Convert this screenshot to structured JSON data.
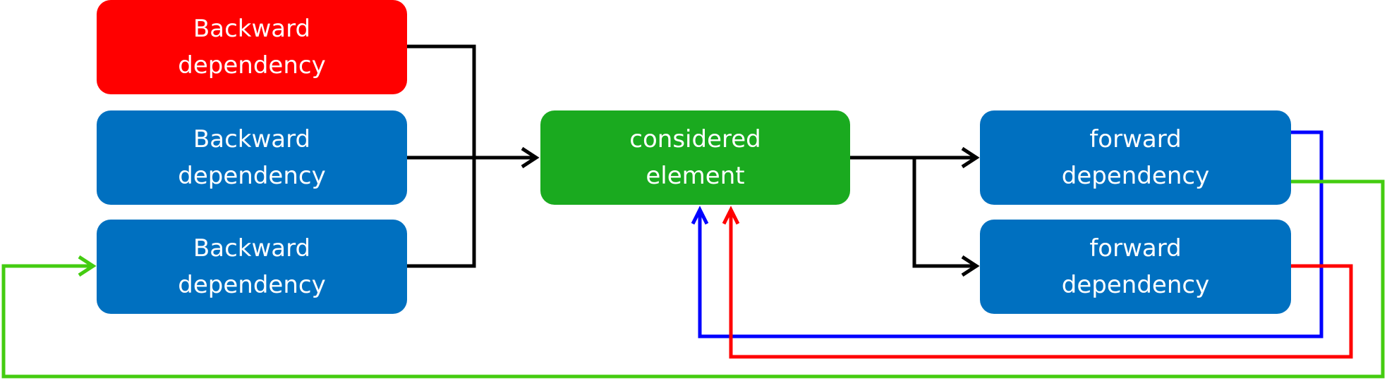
{
  "colors": {
    "backward_selected": "#FF0000",
    "node_default": "#0070C0",
    "considered": "#1AAA1F",
    "edge_default": "#000000",
    "edge_blue": "#0000FF",
    "edge_red": "#FF0000",
    "edge_green": "#44CC11",
    "node_text": "#FFFFFF"
  },
  "nodes": {
    "backward_1": {
      "line1": "Backward",
      "line2": "dependency",
      "color": "#FF0000"
    },
    "backward_2": {
      "line1": "Backward",
      "line2": "dependency",
      "color": "#0070C0"
    },
    "backward_3": {
      "line1": "Backward",
      "line2": "dependency",
      "color": "#0070C0"
    },
    "considered": {
      "line1": "considered",
      "line2": "element",
      "color": "#1AAA1F"
    },
    "forward_1": {
      "line1": "forward",
      "line2": "dependency",
      "color": "#0070C0"
    },
    "forward_2": {
      "line1": "forward",
      "line2": "dependency",
      "color": "#0070C0"
    }
  },
  "edges": [
    {
      "from": "backward_1",
      "to": "considered",
      "color": "#000000"
    },
    {
      "from": "backward_2",
      "to": "considered",
      "color": "#000000"
    },
    {
      "from": "backward_3",
      "to": "considered",
      "color": "#000000"
    },
    {
      "from": "considered",
      "to": "forward_1",
      "color": "#000000"
    },
    {
      "from": "considered",
      "to": "forward_2",
      "color": "#000000"
    },
    {
      "from": "forward_1",
      "to": "considered",
      "color": "#0000FF"
    },
    {
      "from": "forward_2",
      "to": "considered",
      "color": "#FF0000"
    },
    {
      "from": "forward_1",
      "to": "backward_3",
      "color": "#44CC11"
    }
  ]
}
